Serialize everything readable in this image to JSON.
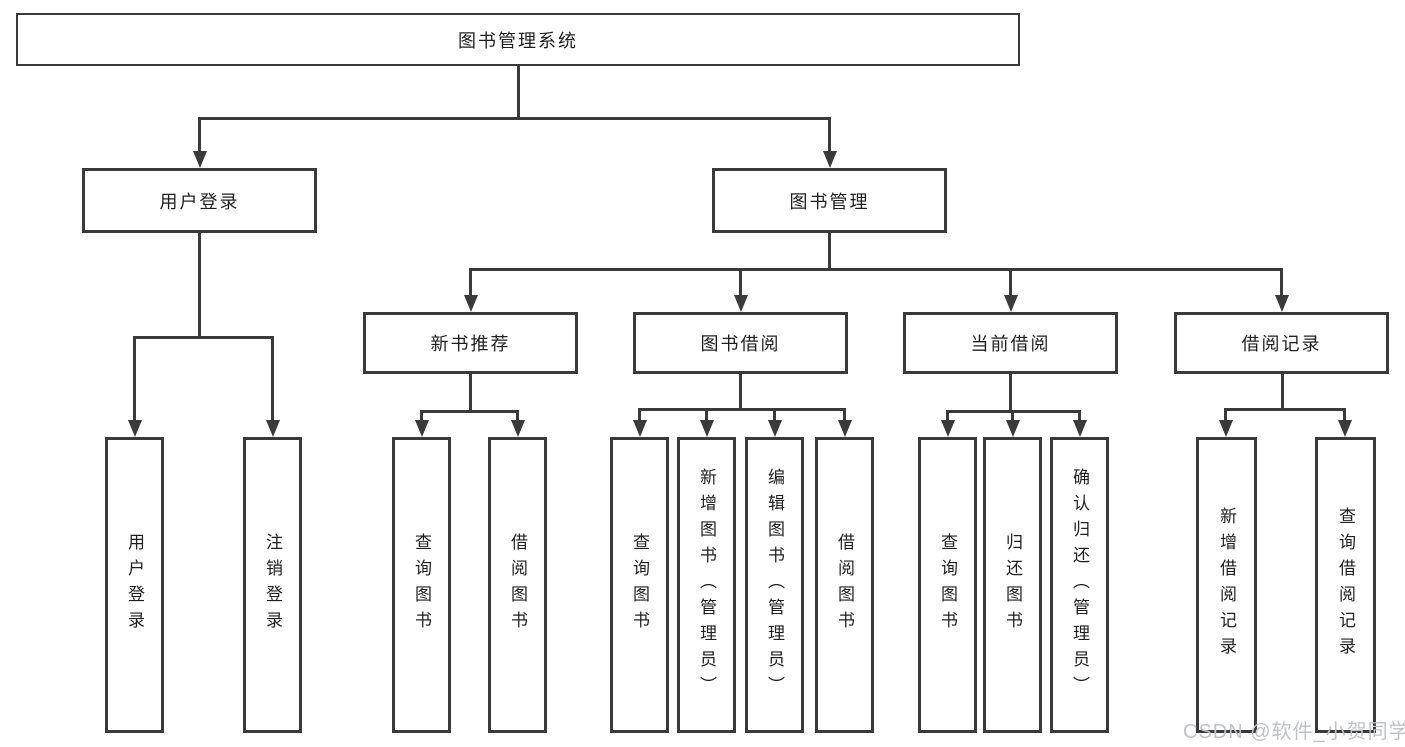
{
  "diagram": {
    "root": {
      "label": "图书管理系统"
    },
    "level2": [
      {
        "label": "用户登录"
      },
      {
        "label": "图书管理"
      }
    ],
    "level3": [
      {
        "label": "新书推荐"
      },
      {
        "label": "图书借阅"
      },
      {
        "label": "当前借阅"
      },
      {
        "label": "借阅记录"
      }
    ],
    "leaves": [
      {
        "label": "用户登录",
        "parent": "用户登录"
      },
      {
        "label": "注销登录",
        "parent": "用户登录"
      },
      {
        "label": "查询图书",
        "parent": "新书推荐"
      },
      {
        "label": "借阅图书",
        "parent": "新书推荐"
      },
      {
        "label": "查询图书",
        "parent": "图书借阅"
      },
      {
        "label": "新增图书（管理员）",
        "parent": "图书借阅"
      },
      {
        "label": "编辑图书（管理员）",
        "parent": "图书借阅"
      },
      {
        "label": "借阅图书",
        "parent": "图书借阅"
      },
      {
        "label": "查询图书",
        "parent": "当前借阅"
      },
      {
        "label": "归还图书",
        "parent": "当前借阅"
      },
      {
        "label": "确认归还（管理员）",
        "parent": "当前借阅"
      },
      {
        "label": "新增借阅记录",
        "parent": "借阅记录"
      },
      {
        "label": "查询借阅记录",
        "parent": "借阅记录"
      }
    ],
    "colors": {
      "line": "#3a3a3a",
      "text": "#1f1f1f",
      "background": "#ffffff",
      "watermark": "#bfc2c6"
    }
  },
  "watermark": {
    "text": "CSDN @软件_小贺同学"
  }
}
